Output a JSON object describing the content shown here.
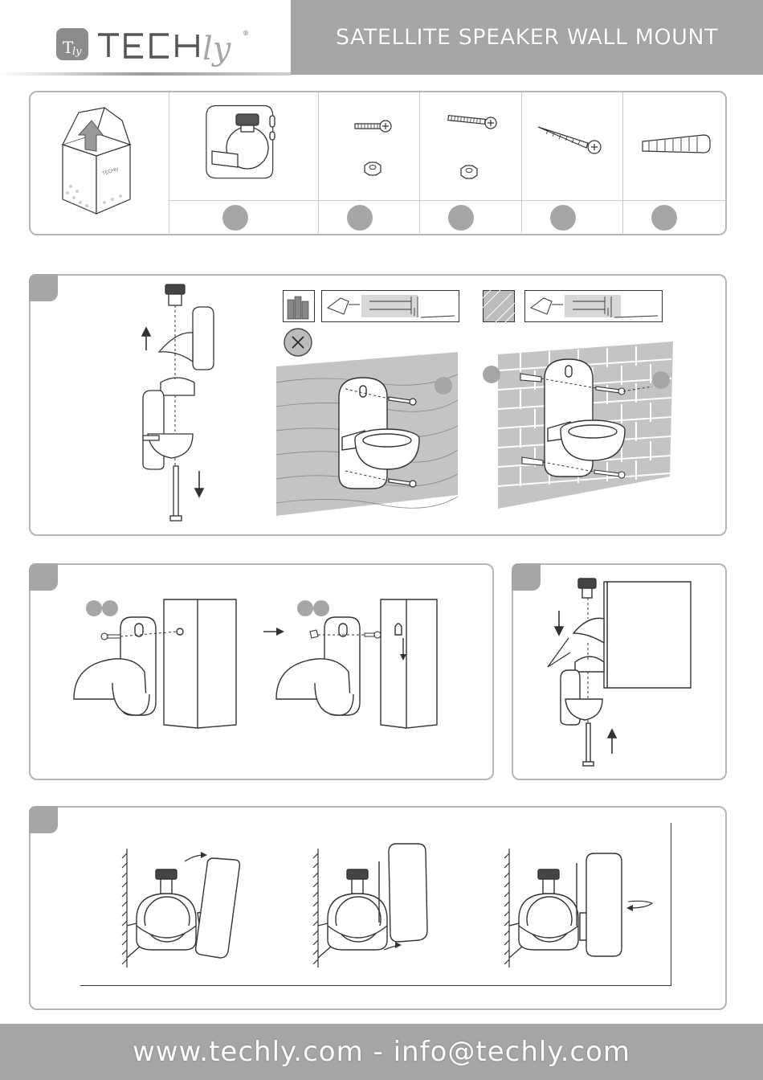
{
  "header": {
    "brand": "TECHly",
    "title": "SATELLITE SPEAKER WALL MOUNT"
  },
  "footer": {
    "contact": "www.techly.com - info@techly.com"
  },
  "colors": {
    "accent_gray": "#a6a6a6",
    "line": "#333333",
    "panel_border": "#b5b5b5"
  },
  "icons": [
    "box-icon",
    "bracket-icon",
    "bolt-icon",
    "nut-icon",
    "screw-icon",
    "anchor-icon",
    "drill-icon",
    "brick-wall-icon",
    "concrete-wall-icon",
    "no-hammer-icon",
    "speaker-icon",
    "arrow-icon"
  ]
}
